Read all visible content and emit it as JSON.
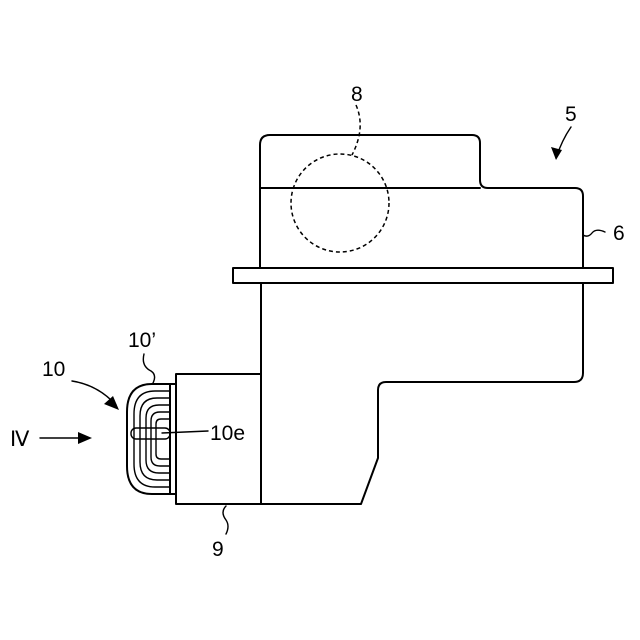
{
  "labels": {
    "assembly": "5",
    "housing": "6",
    "hidden_circle": "8",
    "connector_body": "9",
    "cap": "10",
    "cap_alt": "10’",
    "cap_detail": "10e",
    "view_direction": "Ⅳ"
  },
  "colors": {
    "ink": "#000000",
    "background": "#ffffff"
  }
}
